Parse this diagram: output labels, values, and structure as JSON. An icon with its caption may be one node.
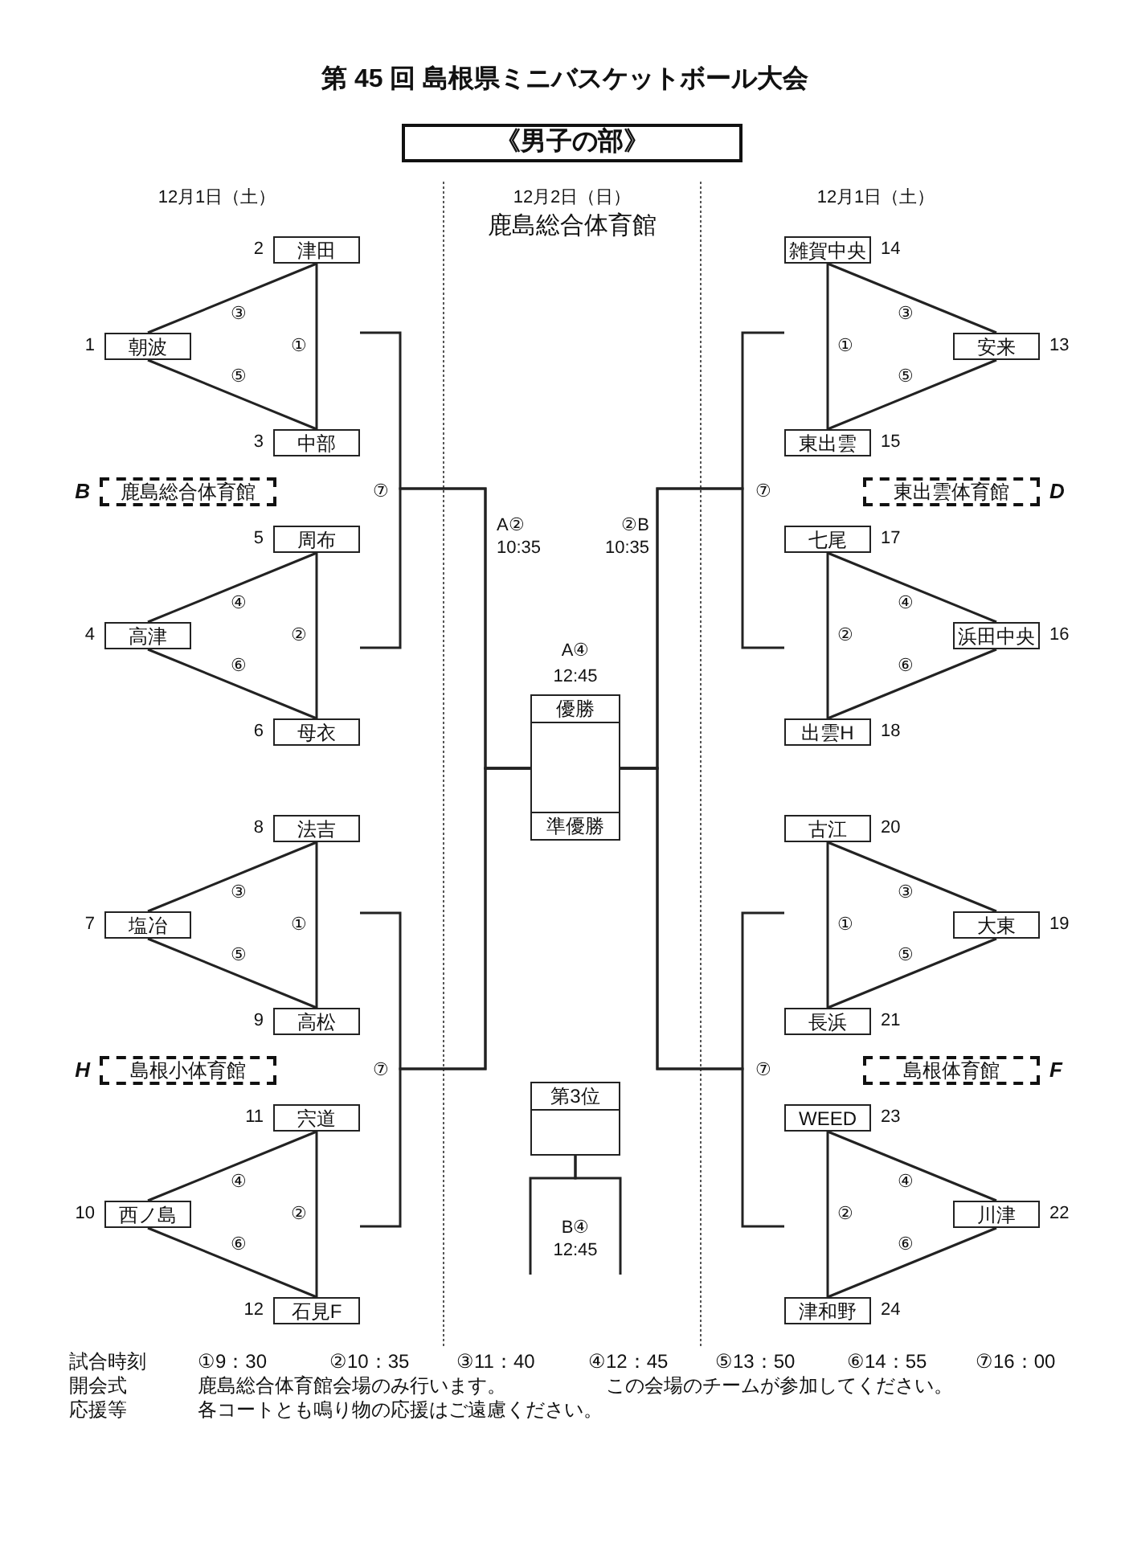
{
  "diagram": {
    "title": "第 45 回 島根県ミニバスケットボール大会",
    "nodes": [
      {
        "text": [
          "《男子の部》"
        ]
      },
      {
        "text": [
          "津田"
        ],
        "beside": [
          "2"
        ]
      },
      {
        "text": [
          "朝波"
        ],
        "beside": [
          "1"
        ]
      },
      {
        "text": [
          "中部"
        ],
        "beside": [
          "3"
        ]
      },
      {
        "text": [
          "鹿島総合体育館"
        ],
        "beside": [
          "B"
        ]
      },
      {
        "text": [
          "周布"
        ],
        "beside": [
          "5"
        ]
      },
      {
        "text": [
          "高津"
        ],
        "beside": [
          "4"
        ]
      },
      {
        "text": [
          "母衣"
        ],
        "beside": [
          "6"
        ]
      },
      {
        "text": [
          "法吉"
        ],
        "beside": [
          "8"
        ]
      },
      {
        "text": [
          "塩冶"
        ],
        "beside": [
          "7"
        ]
      },
      {
        "text": [
          "高松"
        ],
        "beside": [
          "9"
        ]
      },
      {
        "text": [
          "島根小体育館"
        ],
        "beside": [
          "H"
        ]
      },
      {
        "text": [
          "宍道"
        ],
        "beside": [
          "11"
        ]
      },
      {
        "text": [
          "西ノ島"
        ],
        "beside": [
          "10"
        ]
      },
      {
        "text": [
          "石見F"
        ],
        "beside": [
          "12"
        ]
      },
      {
        "text": [
          "優勝",
          "準優勝"
        ],
        "beside": [
          "A④ 12:45"
        ]
      },
      {
        "text": [
          "第3位"
        ]
      },
      {
        "text": [
          "雑賀中央"
        ],
        "beside": [
          "14"
        ]
      },
      {
        "text": [
          "安来"
        ],
        "beside": [
          "13"
        ]
      },
      {
        "text": [
          "東出雲"
        ],
        "beside": [
          "15"
        ]
      },
      {
        "text": [
          "東出雲体育館"
        ],
        "beside": [
          "D"
        ]
      },
      {
        "text": [
          "七尾"
        ],
        "beside": [
          "17"
        ]
      },
      {
        "text": [
          "浜田中央"
        ],
        "beside": [
          "16"
        ]
      },
      {
        "text": [
          "出雲H"
        ],
        "beside": [
          "18"
        ]
      },
      {
        "text": [
          "古江"
        ],
        "beside": [
          "20"
        ]
      },
      {
        "text": [
          "大東"
        ],
        "beside": [
          "19"
        ]
      },
      {
        "text": [
          "長浜"
        ],
        "beside": [
          "21"
        ]
      },
      {
        "text": [
          "島根体育館"
        ],
        "beside": [
          "F"
        ]
      },
      {
        "text": [
          "WEED"
        ],
        "beside": [
          "23"
        ]
      },
      {
        "text": [
          "川津"
        ],
        "beside": [
          "22"
        ]
      },
      {
        "text": [
          "津和野"
        ],
        "beside": [
          "24"
        ]
      }
    ],
    "edges": [
      {
        "from": 2,
        "to": 1,
        "arrow": "none",
        "label": "③"
      },
      {
        "from": 1,
        "to": 3,
        "arrow": "none",
        "label": "①"
      },
      {
        "from": 2,
        "to": 3,
        "arrow": "none",
        "label": "⑤"
      },
      {
        "from": 6,
        "to": 5,
        "arrow": "none",
        "label": "④"
      },
      {
        "from": 5,
        "to": 7,
        "arrow": "none",
        "label": "②"
      },
      {
        "from": 6,
        "to": 7,
        "arrow": "none",
        "label": "⑥"
      },
      {
        "from": 9,
        "to": 8,
        "arrow": "none",
        "label": "③"
      },
      {
        "from": 8,
        "to": 10,
        "arrow": "none",
        "label": "①"
      },
      {
        "from": 9,
        "to": 10,
        "arrow": "none",
        "label": "⑤"
      },
      {
        "from": 13,
        "to": 12,
        "arrow": "none",
        "label": "④"
      },
      {
        "from": 12,
        "to": 14,
        "arrow": "none",
        "label": "②"
      },
      {
        "from": 13,
        "to": 14,
        "arrow": "none",
        "label": "⑥"
      },
      {
        "from": 17,
        "to": 18,
        "arrow": "none",
        "label": "③"
      },
      {
        "from": 17,
        "to": 19,
        "arrow": "none",
        "label": "①"
      },
      {
        "from": 18,
        "to": 19,
        "arrow": "none",
        "label": "⑤"
      },
      {
        "from": 21,
        "to": 22,
        "arrow": "none",
        "label": "④"
      },
      {
        "from": 21,
        "to": 23,
        "arrow": "none",
        "label": "②"
      },
      {
        "from": 22,
        "to": 23,
        "arrow": "none",
        "label": "⑥"
      },
      {
        "from": 24,
        "to": 25,
        "arrow": "none",
        "label": "③"
      },
      {
        "from": 24,
        "to": 26,
        "arrow": "none",
        "label": "①"
      },
      {
        "from": 25,
        "to": 26,
        "arrow": "none",
        "label": "⑤"
      },
      {
        "from": 28,
        "to": 29,
        "arrow": "none",
        "label": "④"
      },
      {
        "from": 28,
        "to": 30,
        "arrow": "none",
        "label": "②"
      },
      {
        "from": 29,
        "to": 30,
        "arrow": "none",
        "label": "⑥"
      },
      {
        "from": null,
        "to": 15,
        "arrow": "none"
      },
      {
        "from": null,
        "to": 15,
        "arrow": "none"
      },
      {
        "from": null,
        "to": 15,
        "arrow": "none"
      },
      {
        "from": null,
        "to": 15,
        "arrow": "none"
      },
      {
        "from": null,
        "to": 15,
        "arrow": "none"
      },
      {
        "from": null,
        "to": 15,
        "arrow": "none"
      },
      {
        "from": null,
        "to": 15,
        "arrow": "none"
      },
      {
        "from": null,
        "to": 15,
        "arrow": "none"
      },
      {
        "from": null,
        "to": 16,
        "arrow": "none"
      },
      {
        "from": null,
        "to": 16,
        "arrow": "none"
      }
    ],
    "labels": [
      "12月1日（土）",
      "12月2日（日）",
      "鹿島総合体育館",
      "12月1日（土）",
      "⑦",
      "⑦",
      "A② 10:35",
      "②B 10:35",
      "⑦",
      "⑦",
      "B④ 12:45",
      "試合時刻",
      "①9：30",
      "②10：35",
      "③11：40",
      "④12：45",
      "⑤13：50",
      "⑥14：55",
      "⑦16：00",
      "開会式",
      "鹿島総合体育館会場のみ行います。",
      "この会場のチームが参加してください。",
      "応援等",
      "各コートとも鳴り物の応援はご遠慮ください。"
    ]
  }
}
